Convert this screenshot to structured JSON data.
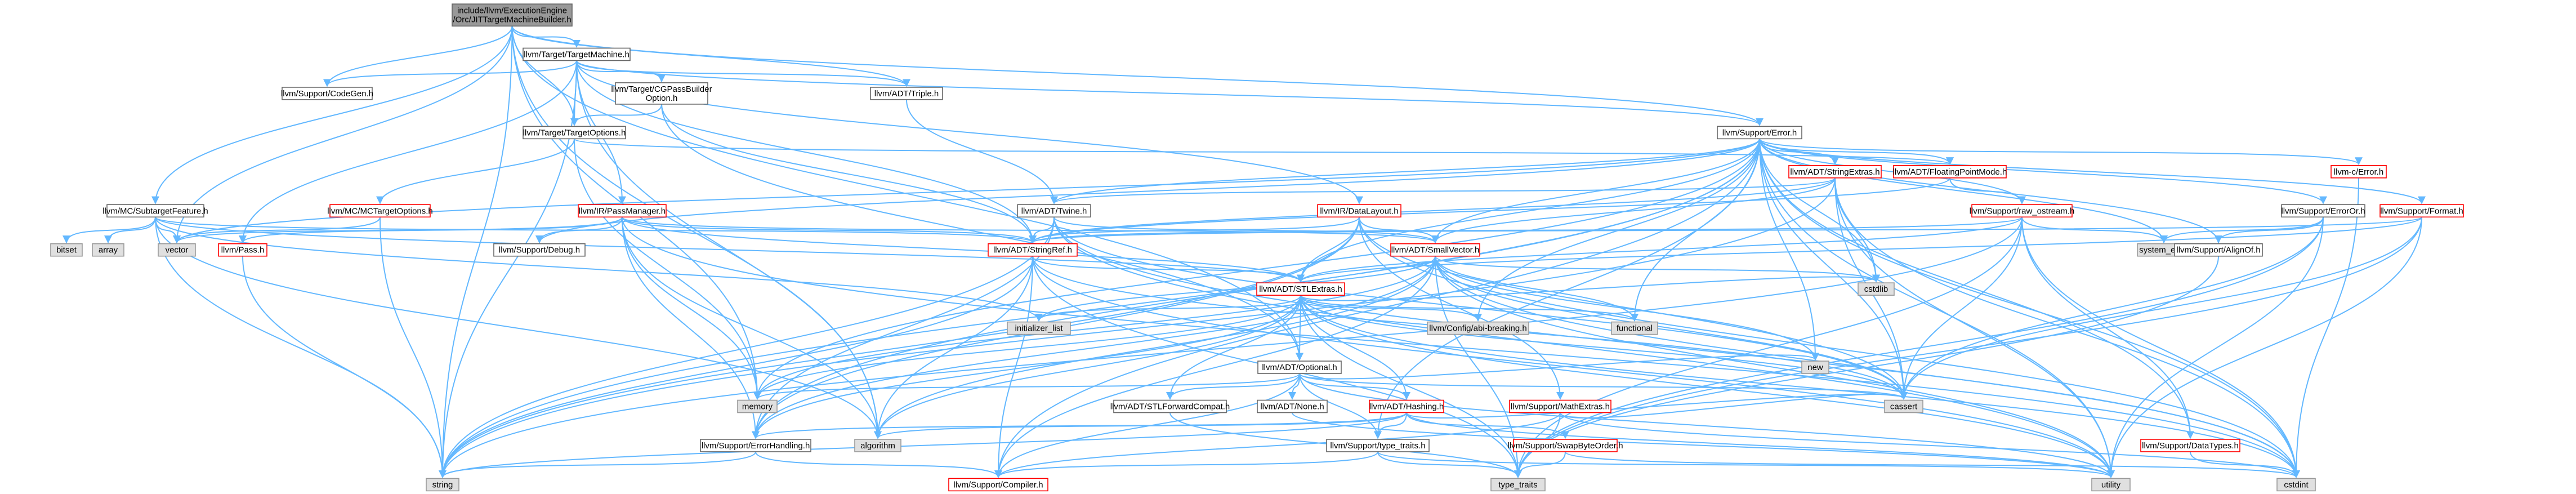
{
  "nodes": [
    {
      "id": "root",
      "lines": [
        "include/llvm/ExecutionEngine",
        "/Orc/JITTargetMachineBuilder.h"
      ],
      "kind": "root"
    },
    {
      "id": "tm",
      "lines": [
        "llvm/Target/TargetMachine.h"
      ],
      "kind": "int"
    },
    {
      "id": "codegen",
      "lines": [
        "llvm/Support/CodeGen.h"
      ],
      "kind": "int"
    },
    {
      "id": "cgpass",
      "lines": [
        "llvm/Target/CGPassBuilder",
        "Option.h"
      ],
      "kind": "int"
    },
    {
      "id": "triple",
      "lines": [
        "llvm/ADT/Triple.h"
      ],
      "kind": "int"
    },
    {
      "id": "topts",
      "lines": [
        "llvm/Target/TargetOptions.h"
      ],
      "kind": "int"
    },
    {
      "id": "error",
      "lines": [
        "llvm/Support/Error.h"
      ],
      "kind": "int"
    },
    {
      "id": "subtarget",
      "lines": [
        "llvm/MC/SubtargetFeature.h"
      ],
      "kind": "int"
    },
    {
      "id": "mctopts",
      "lines": [
        "llvm/MC/MCTargetOptions.h"
      ],
      "kind": "red"
    },
    {
      "id": "passmgr",
      "lines": [
        "llvm/IR/PassManager.h"
      ],
      "kind": "red"
    },
    {
      "id": "twine",
      "lines": [
        "llvm/ADT/Twine.h"
      ],
      "kind": "int"
    },
    {
      "id": "datalayout",
      "lines": [
        "llvm/IR/DataLayout.h"
      ],
      "kind": "red"
    },
    {
      "id": "strext",
      "lines": [
        "llvm/ADT/StringExtras.h"
      ],
      "kind": "red"
    },
    {
      "id": "fpmode",
      "lines": [
        "llvm/ADT/FloatingPointMode.h"
      ],
      "kind": "red"
    },
    {
      "id": "rawos",
      "lines": [
        "llvm/Support/raw_ostream.h"
      ],
      "kind": "red"
    },
    {
      "id": "cerror",
      "lines": [
        "llvm-c/Error.h"
      ],
      "kind": "red"
    },
    {
      "id": "erroror",
      "lines": [
        "llvm/Support/ErrorOr.h"
      ],
      "kind": "int"
    },
    {
      "id": "format",
      "lines": [
        "llvm/Support/Format.h"
      ],
      "kind": "red"
    },
    {
      "id": "bitset",
      "lines": [
        "bitset"
      ],
      "kind": "sys"
    },
    {
      "id": "array",
      "lines": [
        "array"
      ],
      "kind": "sys"
    },
    {
      "id": "vector",
      "lines": [
        "vector"
      ],
      "kind": "sys"
    },
    {
      "id": "pass",
      "lines": [
        "llvm/Pass.h"
      ],
      "kind": "red"
    },
    {
      "id": "debug",
      "lines": [
        "llvm/Support/Debug.h"
      ],
      "kind": "int"
    },
    {
      "id": "strref",
      "lines": [
        "llvm/ADT/StringRef.h"
      ],
      "kind": "red"
    },
    {
      "id": "smallvec",
      "lines": [
        "llvm/ADT/SmallVector.h"
      ],
      "kind": "red"
    },
    {
      "id": "systemerr",
      "lines": [
        "system_error"
      ],
      "kind": "sys"
    },
    {
      "id": "alignof",
      "lines": [
        "llvm/Support/AlignOf.h"
      ],
      "kind": "int"
    },
    {
      "id": "stlextras",
      "lines": [
        "llvm/ADT/STLExtras.h"
      ],
      "kind": "red"
    },
    {
      "id": "cstdlib",
      "lines": [
        "cstdlib"
      ],
      "kind": "sys"
    },
    {
      "id": "initlist",
      "lines": [
        "initializer_list"
      ],
      "kind": "sys"
    },
    {
      "id": "cfgbreak",
      "lines": [
        "llvm/Config/abi-breaking.h"
      ],
      "kind": "sys"
    },
    {
      "id": "functional",
      "lines": [
        "functional"
      ],
      "kind": "sys"
    },
    {
      "id": "optional",
      "lines": [
        "llvm/ADT/Optional.h"
      ],
      "kind": "int"
    },
    {
      "id": "new",
      "lines": [
        "new"
      ],
      "kind": "sys"
    },
    {
      "id": "memory",
      "lines": [
        "memory"
      ],
      "kind": "sys"
    },
    {
      "id": "stlfwd",
      "lines": [
        "llvm/ADT/STLForwardCompat.h"
      ],
      "kind": "int"
    },
    {
      "id": "none",
      "lines": [
        "llvm/ADT/None.h"
      ],
      "kind": "int"
    },
    {
      "id": "hashing",
      "lines": [
        "llvm/ADT/Hashing.h"
      ],
      "kind": "red"
    },
    {
      "id": "mathext",
      "lines": [
        "llvm/Support/MathExtras.h"
      ],
      "kind": "red"
    },
    {
      "id": "algorithm",
      "lines": [
        "algorithm"
      ],
      "kind": "sys"
    },
    {
      "id": "cassert",
      "lines": [
        "cassert"
      ],
      "kind": "sys"
    },
    {
      "id": "datatypes",
      "lines": [
        "llvm/Support/DataTypes.h"
      ],
      "kind": "red"
    },
    {
      "id": "errhandling",
      "lines": [
        "llvm/Support/ErrorHandling.h"
      ],
      "kind": "int"
    },
    {
      "id": "typetraits",
      "lines": [
        "llvm/Support/type_traits.h"
      ],
      "kind": "int"
    },
    {
      "id": "swapbyte",
      "lines": [
        "llvm/Support/SwapByteOrder.h"
      ],
      "kind": "red"
    },
    {
      "id": "string",
      "lines": [
        "string"
      ],
      "kind": "sys"
    },
    {
      "id": "compiler",
      "lines": [
        "llvm/Support/Compiler.h"
      ],
      "kind": "red"
    },
    {
      "id": "type_traits",
      "lines": [
        "type_traits"
      ],
      "kind": "sys"
    },
    {
      "id": "utility",
      "lines": [
        "utility"
      ],
      "kind": "sys"
    },
    {
      "id": "cstdint",
      "lines": [
        "cstdint"
      ],
      "kind": "sys"
    }
  ],
  "edges": [
    [
      "root",
      "tm"
    ],
    [
      "root",
      "codegen"
    ],
    [
      "root",
      "triple"
    ],
    [
      "root",
      "topts"
    ],
    [
      "root",
      "error"
    ],
    [
      "root",
      "subtarget"
    ],
    [
      "root",
      "vector"
    ],
    [
      "root",
      "string"
    ],
    [
      "root",
      "memory"
    ],
    [
      "root",
      "optional"
    ],
    [
      "root",
      "algorithm"
    ],
    [
      "tm",
      "codegen"
    ],
    [
      "tm",
      "cgpass"
    ],
    [
      "tm",
      "triple"
    ],
    [
      "tm",
      "topts"
    ],
    [
      "tm",
      "error"
    ],
    [
      "tm",
      "passmgr"
    ],
    [
      "tm",
      "datalayout"
    ],
    [
      "tm",
      "pass"
    ],
    [
      "tm",
      "strref"
    ],
    [
      "tm",
      "string"
    ],
    [
      "tm",
      "algorithm"
    ],
    [
      "cgpass",
      "topts"
    ],
    [
      "cgpass",
      "optional"
    ],
    [
      "cgpass",
      "strref"
    ],
    [
      "triple",
      "twine"
    ],
    [
      "topts",
      "mctopts"
    ],
    [
      "topts",
      "fpmode"
    ],
    [
      "topts",
      "memory"
    ],
    [
      "error",
      "strext"
    ],
    [
      "error",
      "fpmode"
    ],
    [
      "error",
      "rawos"
    ],
    [
      "error",
      "cerror"
    ],
    [
      "error",
      "erroror"
    ],
    [
      "error",
      "format"
    ],
    [
      "error",
      "twine"
    ],
    [
      "error",
      "smallvec"
    ],
    [
      "error",
      "stlextras"
    ],
    [
      "error",
      "alignof"
    ],
    [
      "error",
      "systemerr"
    ],
    [
      "error",
      "cfgbreak"
    ],
    [
      "error",
      "debug"
    ],
    [
      "error",
      "compiler"
    ],
    [
      "error",
      "errhandling"
    ],
    [
      "error",
      "typetraits"
    ],
    [
      "error",
      "datatypes"
    ],
    [
      "error",
      "cassert"
    ],
    [
      "error",
      "cstdint"
    ],
    [
      "error",
      "cstdlib"
    ],
    [
      "error",
      "functional"
    ],
    [
      "error",
      "memory"
    ],
    [
      "error",
      "new"
    ],
    [
      "error",
      "string"
    ],
    [
      "error",
      "utility"
    ],
    [
      "error",
      "vector"
    ],
    [
      "subtarget",
      "bitset"
    ],
    [
      "subtarget",
      "array"
    ],
    [
      "subtarget",
      "vector"
    ],
    [
      "subtarget",
      "string"
    ],
    [
      "subtarget",
      "strref"
    ],
    [
      "subtarget",
      "stlextras"
    ],
    [
      "subtarget",
      "initlist"
    ],
    [
      "subtarget",
      "algorithm"
    ],
    [
      "mctopts",
      "string"
    ],
    [
      "mctopts",
      "vector"
    ],
    [
      "passmgr",
      "pass"
    ],
    [
      "passmgr",
      "debug"
    ],
    [
      "passmgr",
      "stlextras"
    ],
    [
      "passmgr",
      "strref"
    ],
    [
      "passmgr",
      "smallvec"
    ],
    [
      "passmgr",
      "vector"
    ],
    [
      "passmgr",
      "memory"
    ],
    [
      "passmgr",
      "algorithm"
    ],
    [
      "passmgr",
      "cstdint"
    ],
    [
      "passmgr",
      "errhandling"
    ],
    [
      "twine",
      "strref"
    ],
    [
      "twine",
      "smallvec"
    ],
    [
      "twine",
      "errhandling"
    ],
    [
      "twine",
      "cassert"
    ],
    [
      "twine",
      "cstdint"
    ],
    [
      "twine",
      "string"
    ],
    [
      "twine",
      "utility"
    ],
    [
      "datalayout",
      "strref"
    ],
    [
      "datalayout",
      "smallvec"
    ],
    [
      "datalayout",
      "stlextras"
    ],
    [
      "datalayout",
      "errhandling"
    ],
    [
      "datalayout",
      "mathext"
    ],
    [
      "datalayout",
      "cassert"
    ],
    [
      "datalayout",
      "cstdint"
    ],
    [
      "datalayout",
      "string"
    ],
    [
      "strext",
      "strref"
    ],
    [
      "strext",
      "twine"
    ],
    [
      "strext",
      "smallvec"
    ],
    [
      "strext",
      "cassert"
    ],
    [
      "strext",
      "cstddef"
    ],
    [
      "strext",
      "cstdint"
    ],
    [
      "strext",
      "cstdlib"
    ],
    [
      "strext",
      "string"
    ],
    [
      "strext",
      "utility"
    ],
    [
      "fpmode",
      "rawos"
    ],
    [
      "fpmode",
      "strref"
    ],
    [
      "rawos",
      "strref"
    ],
    [
      "rawos",
      "datatypes"
    ],
    [
      "rawos",
      "systemerr"
    ],
    [
      "rawos",
      "cassert"
    ],
    [
      "rawos",
      "cstdint"
    ],
    [
      "rawos",
      "string"
    ],
    [
      "rawos",
      "type_traits"
    ],
    [
      "rawos",
      "stlextras"
    ],
    [
      "erroror",
      "alignof"
    ],
    [
      "erroror",
      "systemerr"
    ],
    [
      "erroror",
      "cassert"
    ],
    [
      "erroror",
      "type_traits"
    ],
    [
      "erroror",
      "utility"
    ],
    [
      "format",
      "stlextras"
    ],
    [
      "format",
      "strref"
    ],
    [
      "format",
      "cassert"
    ],
    [
      "format",
      "cstdio"
    ],
    [
      "format",
      "utility"
    ],
    [
      "format",
      "type_traits"
    ],
    [
      "pass",
      "string"
    ],
    [
      "strref",
      "stlextras"
    ],
    [
      "strref",
      "compiler"
    ],
    [
      "strref",
      "algorithm"
    ],
    [
      "strref",
      "cassert"
    ],
    [
      "strref",
      "cstring"
    ],
    [
      "strref",
      "limits"
    ],
    [
      "strref",
      "string"
    ],
    [
      "strref",
      "type_traits"
    ],
    [
      "strref",
      "utility"
    ],
    [
      "smallvec",
      "compiler"
    ],
    [
      "smallvec",
      "errhandling"
    ],
    [
      "smallvec",
      "type_traits"
    ],
    [
      "smallvec",
      "algorithm"
    ],
    [
      "smallvec",
      "cassert"
    ],
    [
      "smallvec",
      "cstdint"
    ],
    [
      "smallvec",
      "cstdlib"
    ],
    [
      "smallvec",
      "functional"
    ],
    [
      "smallvec",
      "initlist"
    ],
    [
      "smallvec",
      "memory"
    ],
    [
      "smallvec",
      "new"
    ],
    [
      "smallvec",
      "utility"
    ],
    [
      "stlextras",
      "optional"
    ],
    [
      "stlextras",
      "stlfwd"
    ],
    [
      "stlextras",
      "hashing"
    ],
    [
      "stlextras",
      "cfgbreak"
    ],
    [
      "stlextras",
      "errhandling"
    ],
    [
      "stlextras",
      "algorithm"
    ],
    [
      "stlextras",
      "cassert"
    ],
    [
      "stlextras",
      "cstdint"
    ],
    [
      "stlextras",
      "cstdlib"
    ],
    [
      "stlextras",
      "functional"
    ],
    [
      "stlextras",
      "initlist"
    ],
    [
      "stlextras",
      "memory"
    ],
    [
      "stlextras",
      "type_traits"
    ],
    [
      "stlextras",
      "utility"
    ],
    [
      "optional",
      "hashing"
    ],
    [
      "optional",
      "none"
    ],
    [
      "optional",
      "stlfwd"
    ],
    [
      "optional",
      "compiler"
    ],
    [
      "optional",
      "typetraits"
    ],
    [
      "optional",
      "cassert"
    ],
    [
      "optional",
      "memory"
    ],
    [
      "optional",
      "new"
    ],
    [
      "optional",
      "utility"
    ],
    [
      "hashing",
      "errhandling"
    ],
    [
      "hashing",
      "swapbyte"
    ],
    [
      "hashing",
      "typetraits"
    ],
    [
      "hashing",
      "algorithm"
    ],
    [
      "hashing",
      "cassert"
    ],
    [
      "hashing",
      "cstring"
    ],
    [
      "hashing",
      "string"
    ],
    [
      "hashing",
      "tuple"
    ],
    [
      "hashing",
      "utility"
    ],
    [
      "mathext",
      "compiler"
    ],
    [
      "mathext",
      "cassert"
    ],
    [
      "mathext",
      "climits"
    ],
    [
      "mathext",
      "cstdint"
    ],
    [
      "mathext",
      "cstring"
    ],
    [
      "mathext",
      "limits"
    ],
    [
      "mathext",
      "type_traits"
    ],
    [
      "errhandling",
      "compiler"
    ],
    [
      "errhandling",
      "string"
    ],
    [
      "typetraits",
      "compiler"
    ],
    [
      "typetraits",
      "type_traits"
    ],
    [
      "typetraits",
      "utility"
    ],
    [
      "swapbyte",
      "cstdint"
    ],
    [
      "swapbyte",
      "type_traits"
    ],
    [
      "datatypes",
      "cstdint"
    ],
    [
      "cerror",
      "cstdint"
    ],
    [
      "alignof",
      "type_traits"
    ],
    [
      "none",
      "utility"
    ],
    [
      "stlfwd",
      "type_traits"
    ]
  ],
  "legend_note": ""
}
